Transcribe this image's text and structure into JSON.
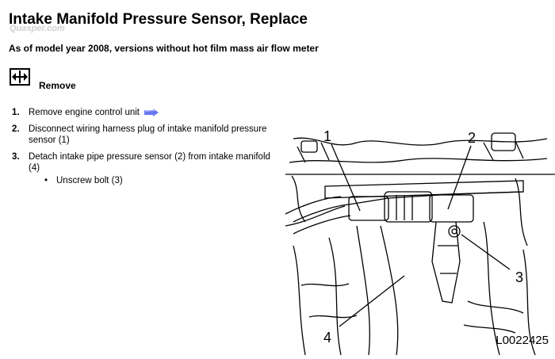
{
  "page": {
    "title": "Intake Manifold Pressure Sensor, Replace",
    "watermark": "Quasper.com",
    "subtitle": "As of model year 2008, versions without hot film mass air flow meter",
    "section": {
      "icon": "remove-arrows-icon",
      "label": "Remove"
    }
  },
  "steps": [
    {
      "num": "1.",
      "text": "Remove engine control unit",
      "link_icon": "blue-arrow-link-icon"
    },
    {
      "num": "2.",
      "text": "Disconnect wiring harness plug of intake manifold pressure sensor (1)"
    },
    {
      "num": "3.",
      "text": "Detach intake pipe pressure sensor (2) from intake manifold (4)",
      "sub": [
        {
          "bullet": "•",
          "text": "Unscrew bolt (3)"
        }
      ]
    }
  ],
  "figure": {
    "id": "L0022425",
    "callouts": [
      "1",
      "2",
      "3",
      "4"
    ]
  },
  "colors": {
    "link_arrow": "#6a78f0"
  }
}
